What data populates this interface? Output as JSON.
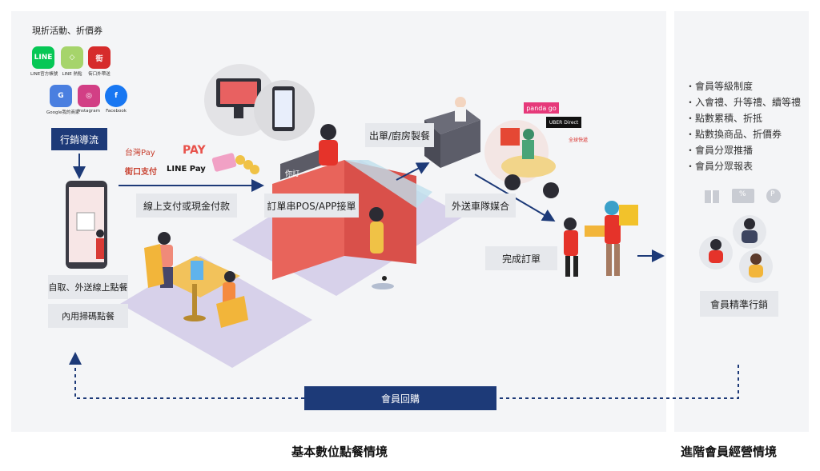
{
  "left_panel": {
    "promo_title": "現折活動、折價券",
    "apps": [
      {
        "icon": "line-icon",
        "caption": "LINE官方帳號",
        "color": "#06c755",
        "glyph": "LINE"
      },
      {
        "icon": "line-shopping-icon",
        "caption": "LINE 熱點",
        "color": "#a6d46b",
        "glyph": "◇"
      },
      {
        "icon": "street-food-icon",
        "caption": "街口外帶送",
        "color": "#d62b2b",
        "glyph": "街"
      },
      {
        "icon": "google-business-icon",
        "caption": "Google我的商家",
        "color": "#4a7fe0",
        "glyph": "G"
      },
      {
        "icon": "instagram-icon",
        "caption": "Instagram",
        "color": "#d23f85",
        "glyph": "◎"
      },
      {
        "icon": "facebook-icon",
        "caption": "Facebook",
        "color": "#1877f2",
        "glyph": "f"
      }
    ],
    "marketing_label": "行銷導流",
    "payment_brands": {
      "taiwan_pay": "台灣Pay",
      "jkopay": "街口支付",
      "line_pay": "LINE Pay",
      "pay": "PAY"
    },
    "payment_label": "線上支付或現金付款",
    "pickup_label": "自取、外送線上點餐",
    "dinein_label": "內用掃碼點餐",
    "pos_label": "訂單串POS/APP接單",
    "kitchen_label": "出單/廚房製餐",
    "delivery_brands": {
      "foodpanda": "panda go",
      "uber": "UBER Direct",
      "lalamove": "全球快遞"
    },
    "delivery_label": "外送車隊媒合",
    "complete_label": "完成訂單",
    "counter_sign": "你訂",
    "loop_label": "會員回購",
    "footer": "基本數位點餐情境"
  },
  "right_panel": {
    "bullets": [
      "會員等級制度",
      "入會禮、升等禮、續等禮",
      "點數累積、折抵",
      "點數換商品、折價券",
      "會員分眾推播",
      "會員分眾報表"
    ],
    "percent_icon": "%",
    "points_icon": "P",
    "precision_label": "會員精準行銷",
    "footer": "進階會員經營情境"
  },
  "colors": {
    "navy": "#1d3a78",
    "panel": "#f4f5f7",
    "label_bg": "#e6e8ec",
    "counter": "#e8645b",
    "floor": "#cfc8e6"
  }
}
